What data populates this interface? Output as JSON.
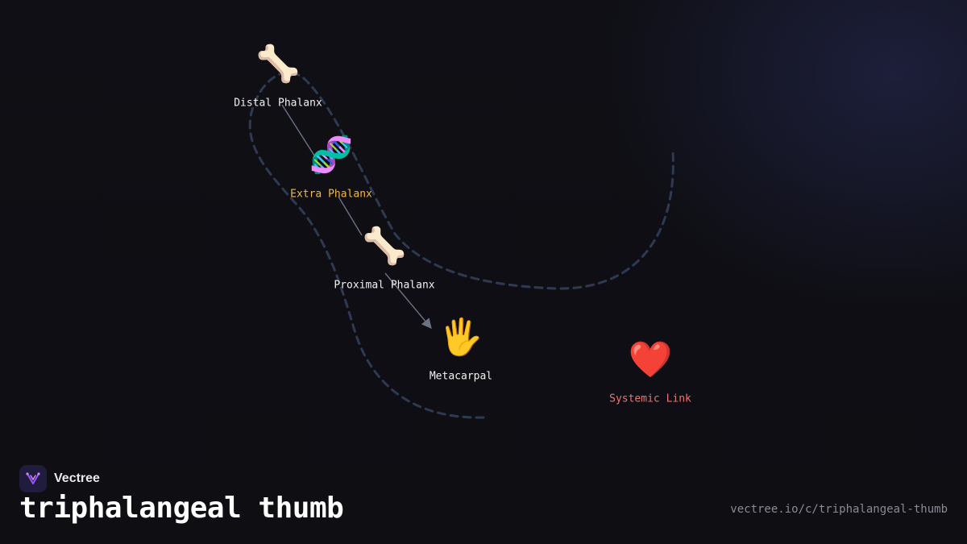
{
  "brand": {
    "name": "Vectree",
    "logo_icon": "vectree-logo-icon",
    "logo_color": "#a052ff"
  },
  "title": "triphalangeal thumb",
  "url": "vectree.io/c/triphalangeal-thumb",
  "colors": {
    "background": "#0f0f14",
    "edge": "#6b7285",
    "dashed_path": "#2e3a52",
    "label_default": "#f2f2f2",
    "label_highlight": "#f5b73c",
    "label_systemic": "#f07272"
  },
  "nodes": [
    {
      "id": "distal",
      "label": "Distal Phalanx",
      "icon": "bone-icon",
      "glyph": "🦴",
      "label_color": "#f2f2f2"
    },
    {
      "id": "extra",
      "label": "Extra Phalanx",
      "icon": "dna-icon",
      "glyph": "🧬",
      "label_color": "#f5b73c"
    },
    {
      "id": "proximal",
      "label": "Proximal Phalanx",
      "icon": "bone-icon",
      "glyph": "🦴",
      "label_color": "#f2f2f2"
    },
    {
      "id": "metacarpal",
      "label": "Metacarpal",
      "icon": "hand-icon",
      "glyph": "🖐",
      "label_color": "#f2f2f2"
    },
    {
      "id": "systemic",
      "label": "Systemic Link",
      "icon": "heart-icon",
      "glyph": "❤️",
      "label_color": "#f07272"
    }
  ],
  "edges": [
    {
      "from": "distal",
      "to": "extra",
      "arrow": false
    },
    {
      "from": "extra",
      "to": "proximal",
      "arrow": false
    },
    {
      "from": "proximal",
      "to": "metacarpal",
      "arrow": true
    }
  ]
}
